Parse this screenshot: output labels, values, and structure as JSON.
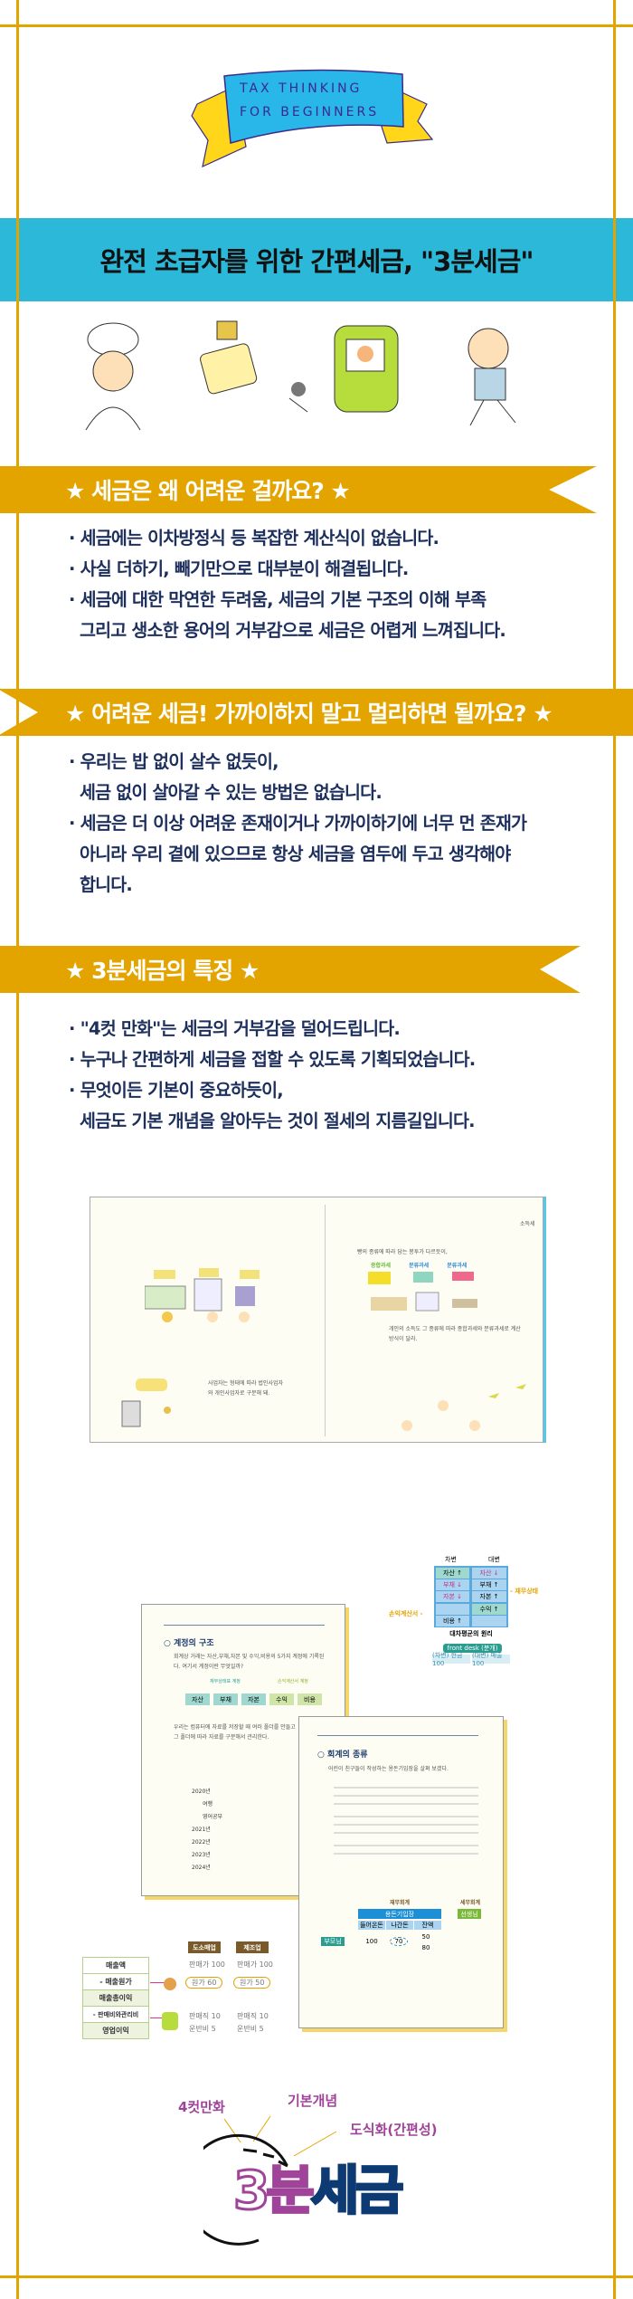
{
  "logo": {
    "line1": "TAX THINKING",
    "line2": "FOR BEGINNERS"
  },
  "title": "완전 초급자를 위한 간편세금, \"3분세금\"",
  "colors": {
    "accent": "#e4a400",
    "band": "#2bb8d9",
    "text": "#1d2f5c",
    "brand_purple": "#a0449a",
    "brand_navy": "#0e3a73"
  },
  "sections": [
    {
      "heading": "★ 세금은 왜 어려운 걸까요? ★",
      "lines": [
        "· 세금에는 이차방정식 등 복잡한 계산식이 없습니다.",
        "· 사실 더하기, 빼기만으로 대부분이 해결됩니다.",
        "· 세금에 대한 막연한 두려움, 세금의 기본 구조의 이해 부족",
        "그리고 생소한 용어의 거부감으로 세금은 어렵게 느껴집니다."
      ]
    },
    {
      "heading": "★ 어려운 세금! 가까이하지 말고 멀리하면 될까요? ★",
      "lines": [
        "· 우리는 밥 없이 살수 없듯이,",
        "세금 없이 살아갈 수 있는 방법은 없습니다.",
        "· 세금은 더 이상 어려운 존재이거나 가까이하기에 너무 먼 존재가",
        "아니라 우리 곁에 있으므로 항상 세금을 염두에 두고 생각해야",
        "합니다."
      ]
    },
    {
      "heading": "★ 3분세금의 특징 ★",
      "lines": [
        "· \"4컷 만화\"는 세금의 거부감을 덜어드립니다.",
        "· 누구나 간편하게 세금을 접할 수 있도록 기획되었습니다.",
        "· 무엇이든 기본이 중요하듯이,",
        "세금도 기본 개념을 알아두는 것이 절세의 지름길입니다."
      ]
    }
  ],
  "spread": {
    "left_caption": "사업자는 형태에 따라 법인사업자와 개인사업자로 구분해 돼.",
    "right_header": "소득세",
    "right_caption": "빵의 종류에 따라 담는 봉투가 다르듯이,",
    "labels": [
      "종합과세",
      "분류과세",
      "분류과세"
    ],
    "bottom_caption": "개인의 소득도 그 종류에 따라 종합과세와 분류과세로 계산방식이 달라."
  },
  "diagram": {
    "debit": "차변",
    "credit": "대변",
    "rows": [
      [
        "자산 ↑",
        "자산 ↓"
      ],
      [
        "부채 ↓",
        "부채 ↑"
      ],
      [
        "자본 ↓",
        "자본 ↑"
      ],
      [
        "",
        "수익 ↑"
      ],
      [
        "비용 ↑",
        ""
      ]
    ],
    "right_label": "- 재무상태",
    "left_label": "손익계산서 -",
    "balance": "대차평균의 원리",
    "front": "front desk (분개)",
    "foot_left": "(차변) 현금 100",
    "foot_right": "(대변) 매출 100"
  },
  "page_a": {
    "heading": "계정의 구조",
    "para": "회계상 거래는 자산,부채,자본 및 수익,비용의 5가지 계정에 기록된다. 여기서 계정이란 무엇일까?",
    "groups": [
      "재무상태표 계정",
      "손익계산서 계정"
    ],
    "accounts": [
      "자산",
      "부채",
      "자본",
      "수익",
      "비용"
    ],
    "para2": "우리는 컴퓨터에 자료를 저장할 때 여러 폴더를 만들고 그 폴더에 따라 자료를 구분해서 관리한다.",
    "folders": [
      "2020년",
      "여행",
      "영어공부",
      "2021년",
      "2022년",
      "2023년",
      "2024년"
    ]
  },
  "page_b": {
    "heading": "회계의 종류",
    "para": "어린이 친구들이 작성하는 용돈기입장을 살펴 보겠다.",
    "box_title": "용돈기입장",
    "cols": [
      "들어온돈",
      "나간돈",
      "잔액"
    ],
    "left_tag": "재무회계",
    "right_tag": "세무회계",
    "teacher": "선생님",
    "parent": "부모님",
    "vals": [
      "100",
      "70",
      "50",
      "80"
    ]
  },
  "mini_table": {
    "rows": [
      "매출액",
      "- 매출원가",
      "매출총이익",
      "- 판매비와관리비",
      "영업이익"
    ],
    "cols": [
      "도소매업",
      "제조업"
    ],
    "lines": [
      [
        "판매가 100",
        "판매가 100"
      ],
      [
        "원가 60",
        "원가 50"
      ],
      [
        "판매직 10",
        "판매직 10"
      ],
      [
        "운반비 5",
        "운반비 5"
      ]
    ]
  },
  "brand": {
    "kw1": "4컷만화",
    "kw2": "기본개념",
    "kw3": "도식화(간편성)",
    "logo_a": "3분",
    "logo_b": "세금"
  }
}
